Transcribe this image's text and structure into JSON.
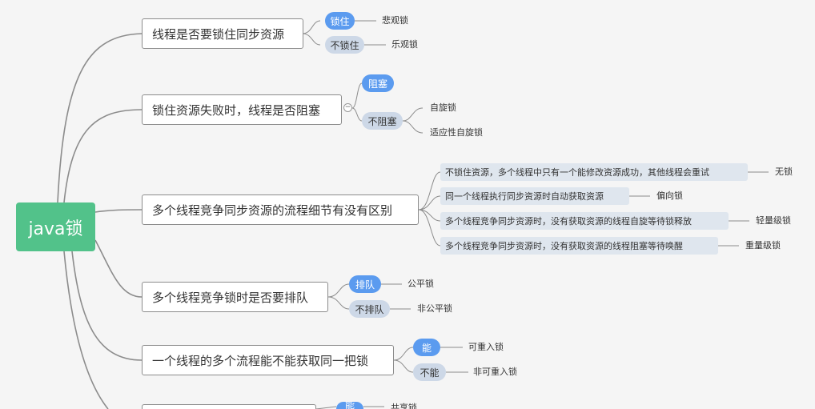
{
  "root": {
    "label": "java锁"
  },
  "topics": [
    {
      "label": "线程是否要锁住同步资源",
      "children": [
        {
          "label": "锁住",
          "style": "blue",
          "leaf": "悲观锁"
        },
        {
          "label": "不锁住",
          "style": "grey",
          "leaf": "乐观锁"
        }
      ]
    },
    {
      "label": "锁住资源失败时，线程是否阻塞",
      "children": [
        {
          "label": "阻塞",
          "style": "blue",
          "leaves": []
        },
        {
          "label": "不阻塞",
          "style": "grey",
          "leaves": [
            "自旋锁",
            "适应性自旋锁"
          ]
        }
      ]
    },
    {
      "label": "多个线程竞争同步资源的流程细节有没有区别",
      "children": [
        {
          "label": "不锁住资源，多个线程中只有一个能修改资源成功，其他线程会重试",
          "leaf": "无锁"
        },
        {
          "label": "同一个线程执行同步资源时自动获取资源",
          "leaf": "偏向锁"
        },
        {
          "label": "多个线程竞争同步资源时，没有获取资源的线程自旋等待锁释放",
          "leaf": "轻量级锁"
        },
        {
          "label": "多个线程竞争同步资源时，没有获取资源的线程阻塞等待唤醒",
          "leaf": "重量级锁"
        }
      ]
    },
    {
      "label": "多个线程竞争锁时是否要排队",
      "children": [
        {
          "label": "排队",
          "style": "blue",
          "leaf": "公平锁"
        },
        {
          "label": "不排队",
          "style": "grey",
          "leaf": "非公平锁"
        }
      ]
    },
    {
      "label": "一个线程的多个流程能不能获取同一把锁",
      "children": [
        {
          "label": "能",
          "style": "blue",
          "leaf": "可重入锁"
        },
        {
          "label": "不能",
          "style": "grey",
          "leaf": "非可重入锁"
        }
      ]
    },
    {
      "label": "",
      "children": [
        {
          "label": "能",
          "style": "blue",
          "leaf": "共享锁"
        }
      ]
    }
  ],
  "colors": {
    "root": "#52c28a",
    "accent": "#5b9bef",
    "secondary": "#cdd8e7",
    "line": "#8c8c8c"
  }
}
